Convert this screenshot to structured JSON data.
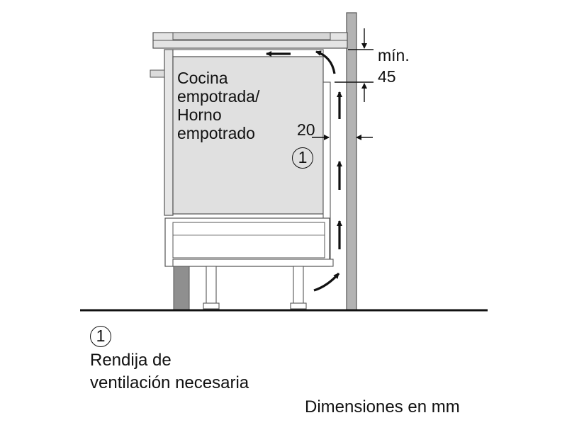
{
  "appliance_label": [
    "Cocina",
    "empotrada/",
    "Horno",
    "empotrado"
  ],
  "callout_number": "1",
  "dimensions": {
    "min_label": "mín.",
    "min_value": "45",
    "gap_value": "20"
  },
  "legend": {
    "number": "1",
    "line1": "Rendija de",
    "line2": "ventilación necesaria"
  },
  "units_note": "Dimensiones en mm",
  "colors": {
    "wall": "#b3b3b3",
    "panel": "#e0e0e0",
    "outline": "#555555",
    "floor": "#111111"
  }
}
